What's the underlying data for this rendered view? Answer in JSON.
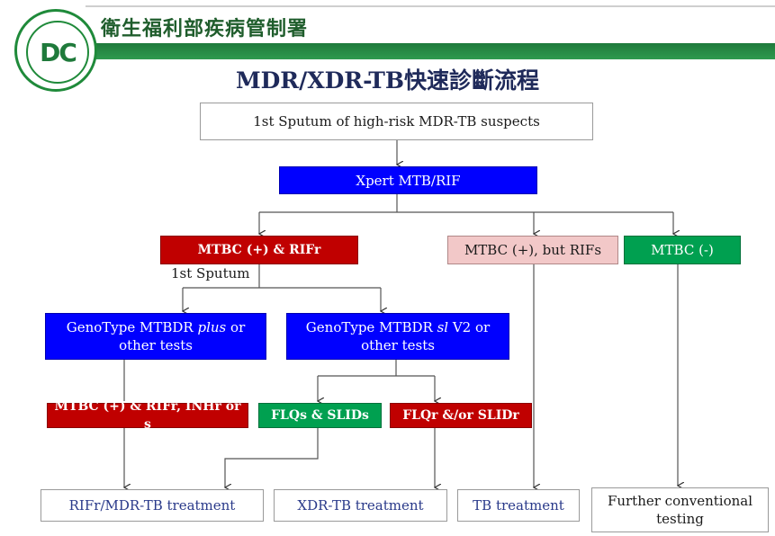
{
  "header": {
    "org_name": "衛生福利部疾病管制署"
  },
  "title": "MDR/XDR-TB快速診斷流程",
  "nodes": {
    "sputum": "1st  Sputum of high-risk MDR-TB suspects",
    "xpert": "Xpert MTB/RIF",
    "mtbc_rif_r": "MTBC (+) & RIFr",
    "mtbc_rif_s": "MTBC (+), but RIFs",
    "mtbc_neg": "MTBC (-)",
    "first_sputum": "1st  Sputum",
    "genotype_plus_line1": "GenoType MTBDR",
    "genotype_plus_italic": "plus",
    "genotype_plus_line1_end": "or",
    "genotype_plus_line2": "other tests",
    "genotype_sl_line1a": "GenoType MTBDR",
    "genotype_sl_italic": "sl",
    "genotype_sl_line1b": "V2 or",
    "genotype_sl_line2": "other tests",
    "mtbc_rif_inh": "MTBC (+) & RIFr, INHr or s",
    "flq_slid_s": "FLQs & SLIDs",
    "flq_slid_r": "FLQr &/or SLIDr",
    "tx_mdr": "RIFr/MDR-TB treatment",
    "tx_xdr": "XDR-TB treatment",
    "tx_tb": "TB treatment",
    "further_line1": "Further conventional",
    "further_line2": "testing"
  },
  "colors": {
    "blue": "#0000ff",
    "red": "#c00000",
    "green": "#00a050",
    "pink": "#f2c8c8",
    "header_green": "#1f7a3b"
  }
}
